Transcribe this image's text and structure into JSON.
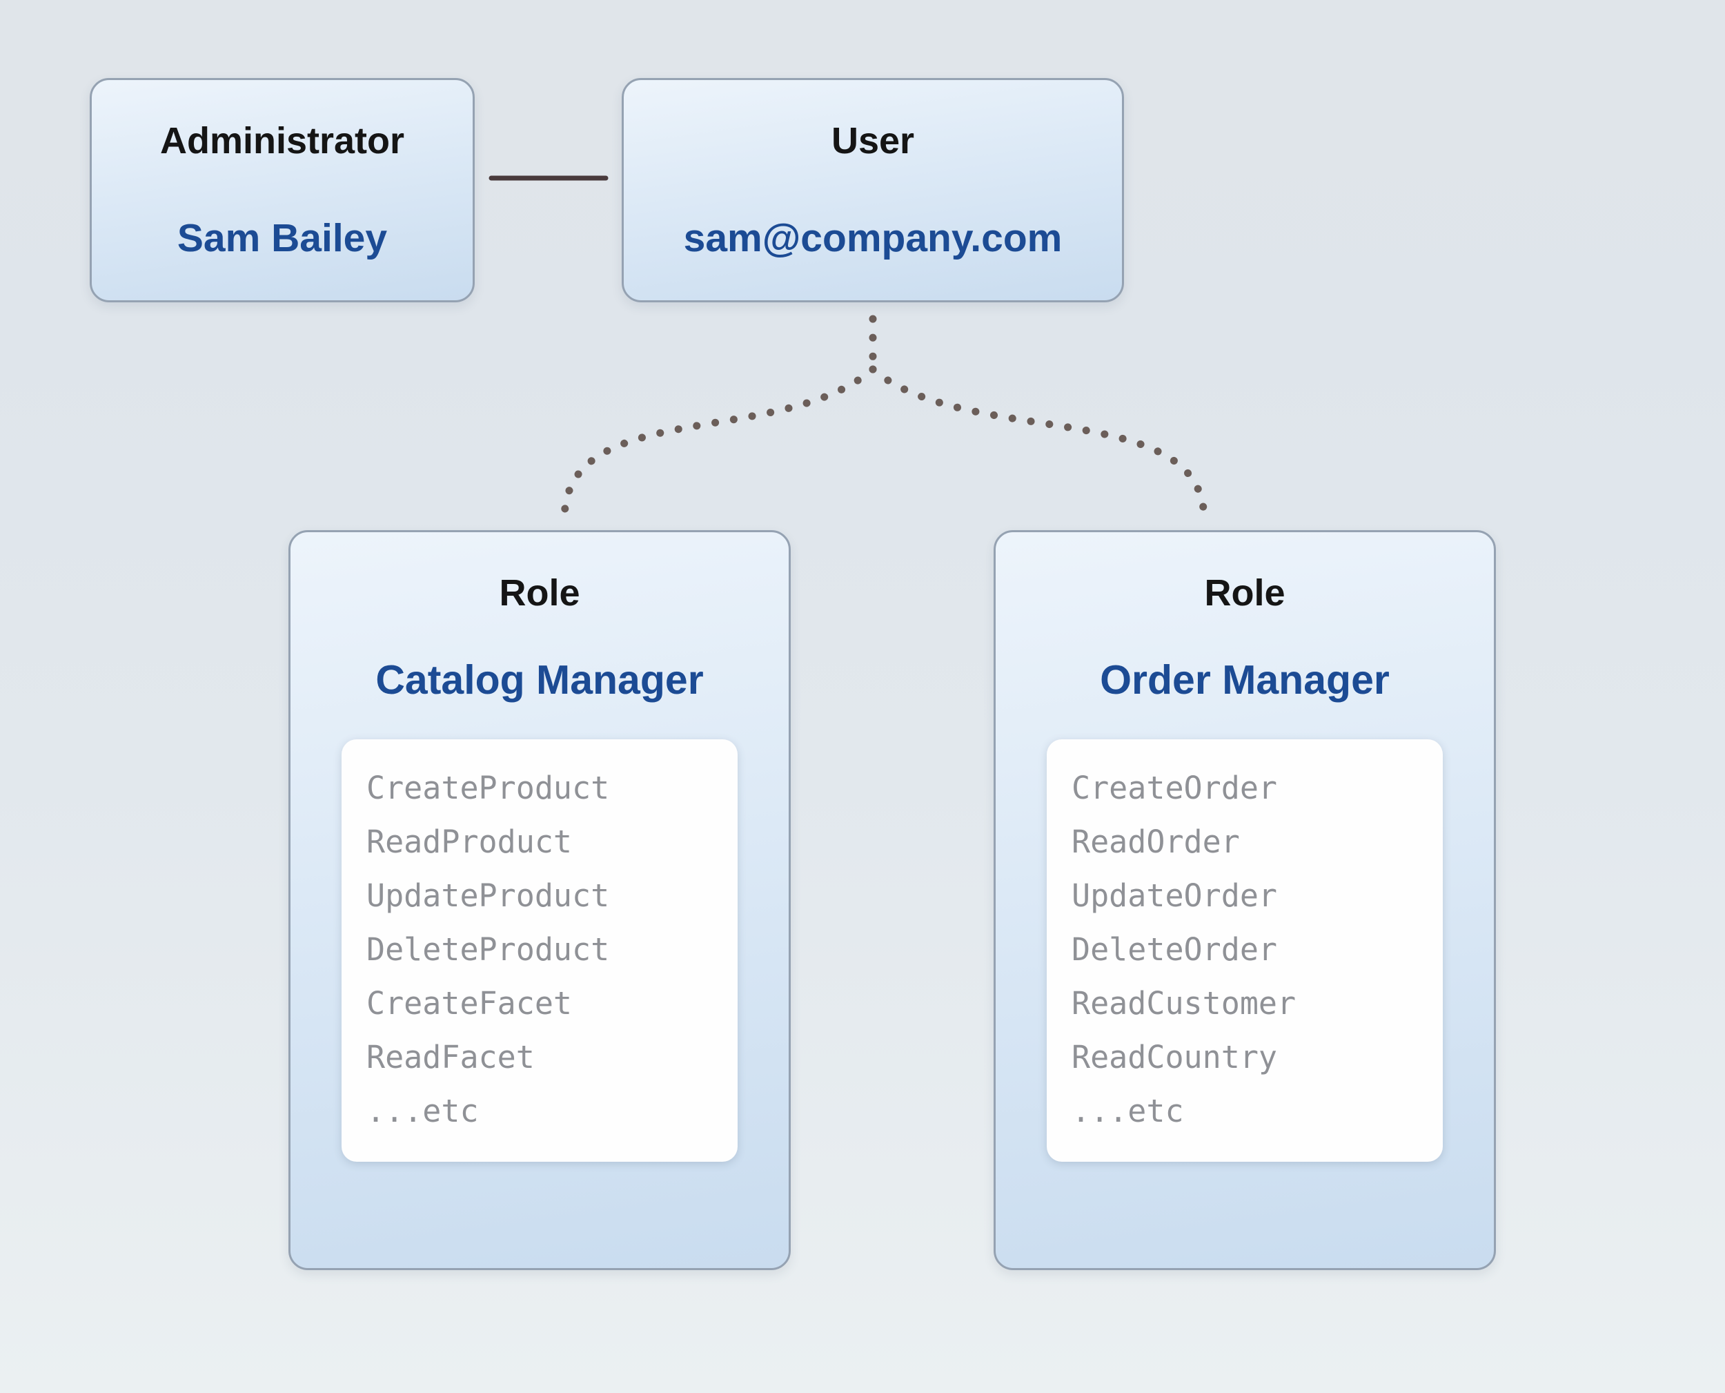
{
  "admin_box": {
    "title": "Administrator",
    "subtitle": "Sam Bailey"
  },
  "user_box": {
    "title": "User",
    "subtitle": "sam@company.com"
  },
  "roles": [
    {
      "title": "Role",
      "name": "Catalog Manager",
      "permissions": [
        "CreateProduct",
        "ReadProduct",
        "UpdateProduct",
        "DeleteProduct",
        "CreateFacet",
        "ReadFacet",
        "...etc"
      ]
    },
    {
      "title": "Role",
      "name": "Order Manager",
      "permissions": [
        "CreateOrder",
        "ReadOrder",
        "UpdateOrder",
        "DeleteOrder",
        "ReadCustomer",
        "ReadCountry",
        "...etc"
      ]
    }
  ],
  "colors": {
    "accent_blue": "#1c4b94",
    "box_border": "#95a2b2",
    "connector_line": "#493a3c",
    "dotted_link": "#6b5e59",
    "permission_text": "#8f9196"
  }
}
